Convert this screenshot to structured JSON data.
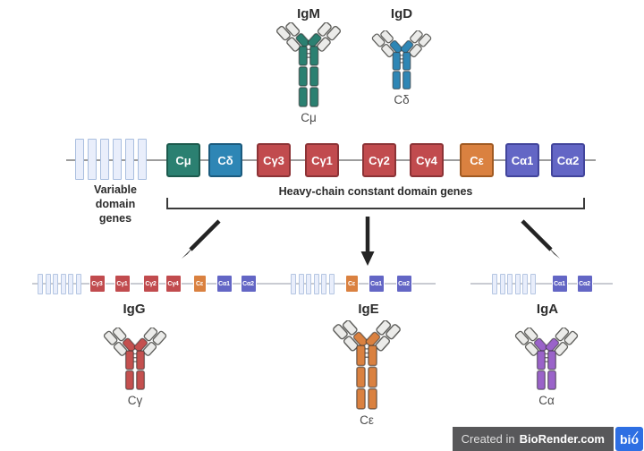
{
  "top_antibodies": [
    {
      "name": "IgM",
      "chain_label": "Cμ",
      "color": "#2B8071"
    },
    {
      "name": "IgD",
      "chain_label": "Cδ",
      "color": "#2E86B5"
    }
  ],
  "labels": {
    "variable": [
      "Variable",
      "domain",
      "genes"
    ],
    "constant": "Heavy-chain constant domain genes"
  },
  "main_genes": [
    {
      "label": "Cμ",
      "color": "#2B8071"
    },
    {
      "label": "Cδ",
      "color": "#2E86B5"
    },
    {
      "label": "Cγ3",
      "color": "#C14B4E"
    },
    {
      "label": "Cγ1",
      "color": "#C14B4E"
    },
    {
      "label": "Cγ2",
      "color": "#C14B4E"
    },
    {
      "label": "Cγ4",
      "color": "#C14B4E"
    },
    {
      "label": "Cε",
      "color": "#DA8140"
    },
    {
      "label": "Cα1",
      "color": "#6366C5"
    },
    {
      "label": "Cα2",
      "color": "#6366C5"
    }
  ],
  "switch_rows": [
    {
      "isotype": "IgG",
      "genes": [
        "Cγ3",
        "Cγ1",
        "Cγ2",
        "Cγ4",
        "Cε",
        "Cα1",
        "Cα2"
      ]
    },
    {
      "isotype": "IgE",
      "genes": [
        "Cε",
        "Cα1",
        "Cα2"
      ]
    },
    {
      "isotype": "IgA",
      "genes": [
        "Cα1",
        "Cα2"
      ]
    }
  ],
  "bottom_antibodies": [
    {
      "name": "IgG",
      "chain_label": "Cγ",
      "color": "#C4504F"
    },
    {
      "name": "IgE",
      "chain_label": "Cε",
      "color": "#DA8140"
    },
    {
      "name": "IgA",
      "chain_label": "Cα",
      "color": "#9A63C9"
    }
  ],
  "badge": {
    "prefix": "Created in",
    "brand": "BioRender.com",
    "logo": "bio"
  },
  "palette": {
    "teal": "#2B8071",
    "blue": "#2E86B5",
    "red": "#C14B4E",
    "orange": "#DA8140",
    "indigo": "#6366C5",
    "purple": "#9A63C9",
    "line": "#9d9d9d",
    "small_line": "#c9cbd2",
    "variable_bar_fill": "#e9eefb",
    "variable_bar_border": "#a9bedf",
    "badge_grey": "#58585a",
    "badge_blue": "#2e6fe3",
    "text_dark": "#2d2d2d"
  }
}
